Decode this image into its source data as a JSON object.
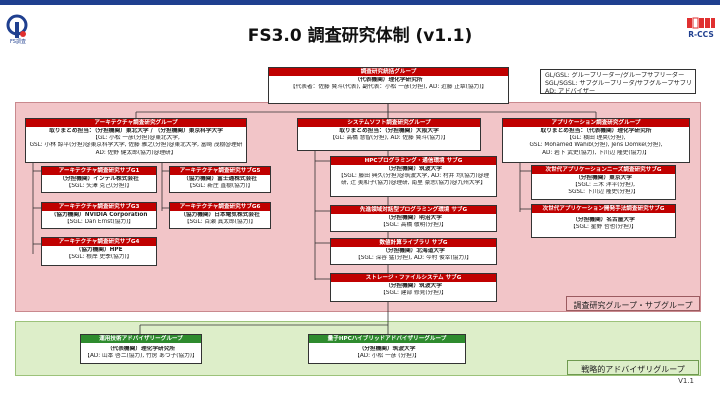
{
  "title": "FS3.0 調査研究体制 (v1.1)",
  "version": "V1.1",
  "logos": {
    "left_text": "FS調査",
    "right_text": "R-CCS"
  },
  "legend": {
    "lines": [
      "GL/GSL: グループリーダー/グループサブリーダー",
      "SGL/SGSL: サブグループリーダ/サブグループサブリーダー",
      "AD: アドバイザー"
    ]
  },
  "regions": {
    "research": "調査研究グループ・サブグループ",
    "advisory": "戦略的アドバイザリグループ"
  },
  "top": {
    "title": "調査研究統括グループ",
    "line1": "（代表機関）理化学研究所",
    "line2": "【代表者：佐藤 賢斗(代表), 副代表：小松 一彦(分担), AD: 近藤 正章(協力)】"
  },
  "arch": {
    "title": "アーキテクチャ調査研究グループ",
    "line1": "取りまとめ担当：（分担機関）東北大学 / （分担機関）東京科学大学",
    "line2": "【GL: 小松 一彦(分担)@東北大学,",
    "line3": "GSL: 小林 諒平(分担)@東京科学大学, 佐藤 雅之(分担)@東北大学, 富崎 茂樹@理研",
    "line4": "AD: 佐野 健太郎(協力)@理研】",
    "subs": [
      {
        "title": "アーキテクチャ調査研究サブG1",
        "line1": "（分担機関）インテル株式会社",
        "line2": "【SGL: 矢澤 克己(分担)】"
      },
      {
        "title": "アーキテクチャ調査研究サブG5",
        "line1": "（協力機関）富士通株式会社",
        "line2": "【SGL: 新庄 直樹(協力)】"
      },
      {
        "title": "アーキテクチャ調査研究サブG3",
        "line1": "（協力機関）NVIDIA Corporation",
        "line2": "【SGL: Dan Ernst(協力)】"
      },
      {
        "title": "アーキテクチャ調査研究サブG6",
        "line1": "（協力機関）日本電気株式会社",
        "line2": "【SGL: 百瀬 真太郎(協力)】"
      },
      {
        "title": "アーキテクチャ調査研究サブG4",
        "line1": "（協力機関）HPE",
        "line2": "【SGL: 根岸 史季(協力)】"
      }
    ]
  },
  "sys": {
    "title": "システムソフト調査研究グループ",
    "line1": "取りまとめ担当：（分担機関）大阪大学",
    "line2": "【GL: 高橋 慧智(分担), AD: 佐藤 賢斗(協力)】",
    "subs": [
      {
        "title": "HPCプログラミング・通信環境 サブG",
        "line1": "（分担機関）筑波大学",
        "line2": "【SGL: 藤田 典久(分担)@筑波大学, AD: 村井 均(協力)@理",
        "line3": "研, 辻 美和子(協力)@理研, 南里 豪志(協力)@九州大学】"
      },
      {
        "title": "先進領域対話型プログラミング環境 サブG",
        "line1": "（分担機関）明治大学",
        "line2": "【SGL: 高橋 敬明(分担)】"
      },
      {
        "title": "数値計算ライブラリ サブG",
        "line1": "（分担機関）北海道大学",
        "line2": "【SGL: 深谷 猛(分担), AD: 今村 俊幸(協力)】"
      },
      {
        "title": "ストレージ・ファイルシステム サブG",
        "line1": "（分担機関）筑波大学",
        "line2": "【SGL: 建部 修見(分担)】"
      }
    ]
  },
  "app": {
    "title": "アプリケーション調査研究グループ",
    "line1": "取りまとめ担当：（代表機関）理化学研究所",
    "line2": "【GL: 横田 理央(分担),",
    "line3": "GSL: Mohamed Wahib(分担), Jens Domke(分担),",
    "line4": "AD: 岩下 武史(協力), 下川辺 隆史(協力)】",
    "subs": [
      {
        "title": "次世代アプリケーションニーズ調査研究サブG",
        "line1": "（分担機関）東京大学",
        "line2": "【SGL: 三木 洋平(分担),",
        "line3": "SGSL: 下川辺 隆史(分担)】"
      },
      {
        "title": "次世代アプリケーション開発手法調査研究サブG",
        "line1": "（分担機関）名古屋大学",
        "line2": "【SGL: 星野 哲也(分担)】"
      }
    ]
  },
  "advisory": [
    {
      "title": "運用技術アドバイザリーグループ",
      "line1": "（代表機関）理化学研究所",
      "line2": "【AD: 山本 啓二(協力), 竹房 あつ子(協力)】"
    },
    {
      "title": "量子HPCハイブリッドアドバイザリーグループ",
      "line1": "（分担機関）筑波大学",
      "line2": "【AD: 小松 一彦 (分担)】"
    }
  ]
}
